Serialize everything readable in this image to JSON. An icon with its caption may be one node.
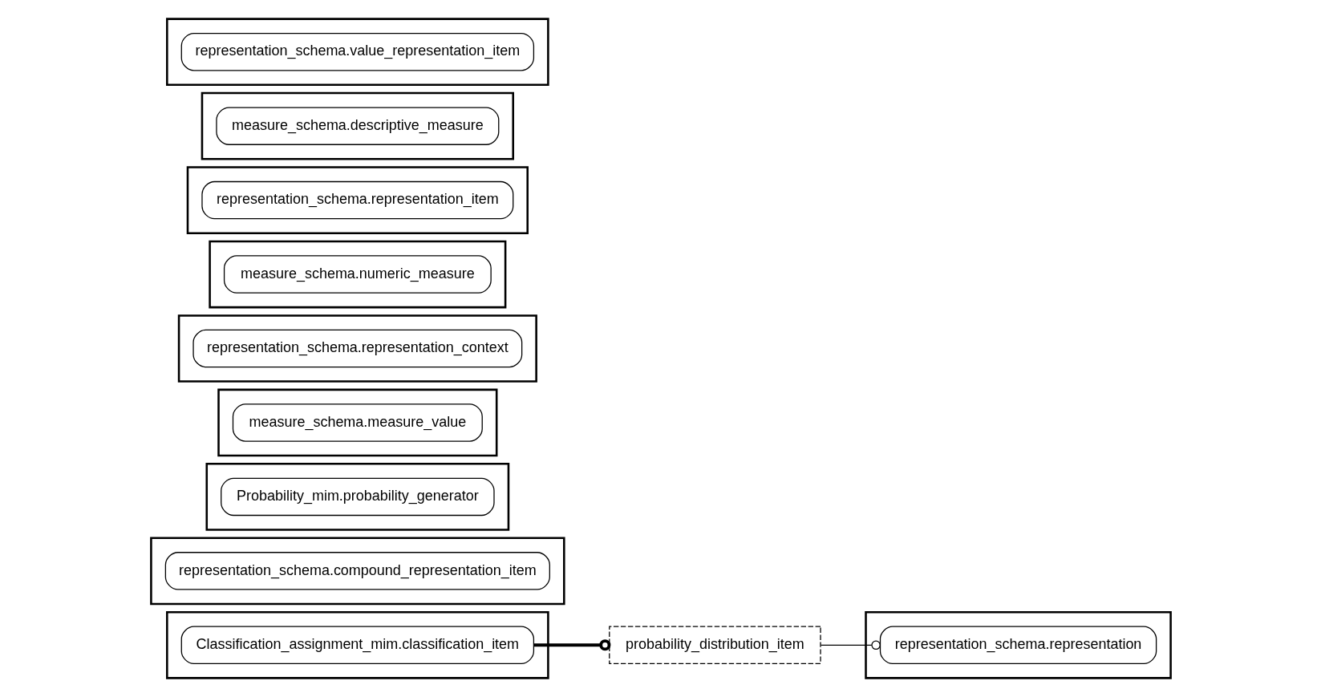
{
  "diagram": {
    "nodes": [
      {
        "text": [],
        "shape": "box"
      },
      {
        "text": [
          "Classification_assignment_mim.classification_item"
        ],
        "in": 0
      },
      {
        "text": [
          "probability_distribution_item"
        ]
      },
      {
        "text": [],
        "shape": "box"
      },
      {
        "text": [
          "representation_schema.representation"
        ],
        "in": 3
      },
      {
        "text": [],
        "shape": "box"
      },
      {
        "text": [
          "representation_schema.compound_representation_item"
        ],
        "in": 5
      },
      {
        "text": [],
        "shape": "box"
      },
      {
        "text": [
          "Probability_mim.probability_generator"
        ],
        "in": 7
      },
      {
        "text": [],
        "shape": "box"
      },
      {
        "text": [
          "measure_schema.measure_value"
        ],
        "in": 9
      },
      {
        "text": [],
        "shape": "box"
      },
      {
        "text": [
          "representation_schema.representation_context"
        ],
        "in": 11
      },
      {
        "text": [],
        "shape": "box"
      },
      {
        "text": [
          "measure_schema.numeric_measure"
        ],
        "in": 13
      },
      {
        "text": [],
        "shape": "box"
      },
      {
        "text": [
          "representation_schema.representation_item"
        ],
        "in": 15
      },
      {
        "text": [],
        "shape": "box"
      },
      {
        "text": [
          "measure_schema.descriptive_measure"
        ],
        "in": 17
      },
      {
        "text": [],
        "shape": "box"
      },
      {
        "text": [
          "representation_schema.value_representation_item"
        ],
        "in": 19
      }
    ],
    "edges": [
      {
        "from": 1,
        "to": 2,
        "arrow": "other",
        "style": "thick"
      },
      {
        "from": 2,
        "to": 4,
        "arrow": "other"
      }
    ]
  }
}
